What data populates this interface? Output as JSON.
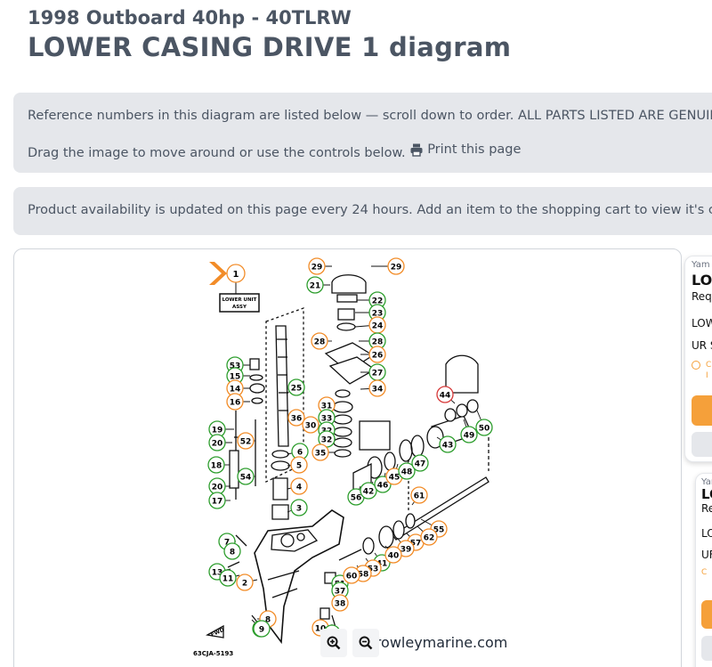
{
  "header": {
    "subtitle": "1998 Outboard 40hp - 40TLRW",
    "title": "LOWER CASING DRIVE 1 diagram"
  },
  "info": {
    "reference_text": "Reference numbers in this diagram are listed below — scroll down to order. ALL PARTS LISTED ARE GENUINE",
    "drag_text": "Drag the image to move around or use the controls below.",
    "print_label": "Print this page"
  },
  "availability": {
    "text": "Product availability is updated on this page every 24 hours. Add an item to the shopping cart to view it's current availability"
  },
  "diagram": {
    "unit_label_line1": "LOWER UNIT",
    "unit_label_line2": "ASSY",
    "unit_ref": "1",
    "code": "63CJA-5193",
    "fwd_label": "FWD",
    "watermark": "crowleymarine.com",
    "refs": [
      "29",
      "29",
      "21",
      "22",
      "23",
      "24",
      "28",
      "28",
      "26",
      "27",
      "34",
      "25",
      "53",
      "15",
      "14",
      "16",
      "36",
      "31",
      "33",
      "30",
      "32",
      "32",
      "35",
      "44",
      "43",
      "49",
      "50",
      "19",
      "20",
      "52",
      "18",
      "6",
      "5",
      "54",
      "20",
      "4",
      "17",
      "3",
      "56",
      "42",
      "46",
      "45",
      "48",
      "47",
      "61",
      "55",
      "7",
      "8",
      "9",
      "57",
      "62",
      "41",
      "39",
      "40",
      "53",
      "13",
      "11",
      "2",
      "51",
      "58",
      "37",
      "38",
      "8",
      "9",
      "10",
      "12",
      "60"
    ]
  },
  "zoom": {
    "in_icon": "zoom-in-icon",
    "out_icon": "zoom-out-icon"
  },
  "side_cards": [
    {
      "brand": "Yam",
      "title": "LOV",
      "line1": "Req",
      "line2": "LOW",
      "line3": "UR S",
      "line4": "C",
      "line5": "I"
    },
    {
      "brand": "Yam",
      "title": "LO",
      "line1": "Re",
      "line2": "LO",
      "line3": "UF",
      "line4": "C"
    }
  ],
  "colors": {
    "orange": "#f28c28",
    "green": "#2e9e2e",
    "red": "#d73a3a",
    "box_bg": "#e5e7eb",
    "text": "#4b5563"
  }
}
